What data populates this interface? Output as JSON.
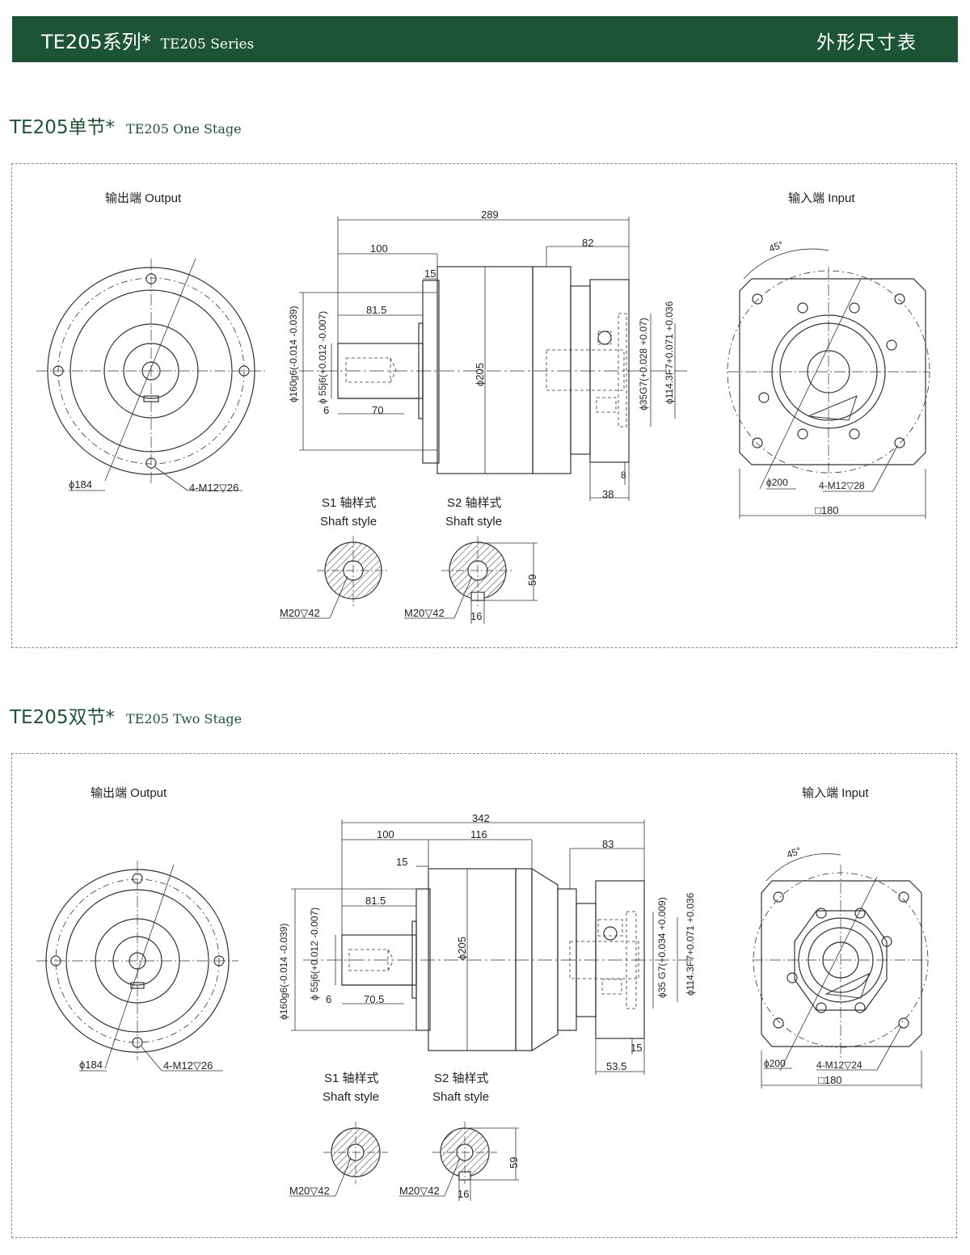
{
  "header": {
    "title_cn": "TE205系列*",
    "title_en": "TE205 Series",
    "right_title": "外形尺寸表"
  },
  "colors": {
    "banner": "#1b5535",
    "line": "#333333"
  },
  "one_stage": {
    "heading_cn": "TE205单节*",
    "heading_en": "TE205 One Stage",
    "output_label": "输出端  Output",
    "input_label": "输入端  Input",
    "dims": {
      "overall": "289",
      "d100": "100",
      "d82": "82",
      "d15": "15",
      "d81_5": "81.5",
      "d70": "70",
      "d6": "6",
      "d38": "38",
      "d8": "8",
      "phi160": "ϕ160g6(-0.014 -0.039)",
      "phi55": "ϕ 55j6(+0.012 -0.007)",
      "phi205": "ϕ205",
      "phi35": "ϕ35G7(+0.028 +0.07)",
      "phi114": "ϕ114.3F7+0.071 +0.036",
      "phi184": "ϕ184",
      "m12_out": "4-M12▽26",
      "angle": "45°",
      "phi200": "ϕ200",
      "m12_in": "4-M12▽28",
      "sq180": "□180"
    },
    "shaft": {
      "s1_title": "S1 轴样式",
      "s1_sub": "Shaft style",
      "s2_title": "S2 轴样式",
      "s2_sub": "Shaft style",
      "s1_thread": "M20▽42",
      "s2_thread": "M20▽42",
      "key": "16",
      "height": "59"
    }
  },
  "two_stage": {
    "heading_cn": "TE205双节*",
    "heading_en": "TE205 Two Stage",
    "output_label": "输出端  Output",
    "input_label": "输入端  Input",
    "dims": {
      "overall": "342",
      "d100": "100",
      "d116": "116",
      "d83": "83",
      "d15": "15",
      "d81_5": "81.5",
      "d70_5": "70.5",
      "d6": "6",
      "d15b": "15",
      "d53_5": "53.5",
      "phi160": "ϕ160g6(-0.014 -0.039)",
      "phi55": "ϕ 55j6(+0.012 -0.007)",
      "phi205": "ϕ205",
      "phi35": "ϕ35 G7(+0.034 +0.009)",
      "phi114": "ϕ114.3F7+0.071 +0.036",
      "phi184": "ϕ184",
      "m12_out": "4-M12▽26",
      "angle": "45°",
      "phi200": "ϕ200",
      "m12_in": "4-M12▽24",
      "sq180": "□180"
    },
    "shaft": {
      "s1_title": "S1 轴样式",
      "s1_sub": "Shaft style",
      "s2_title": "S2 轴样式",
      "s2_sub": "Shaft style",
      "s1_thread": "M20▽42",
      "s2_thread": "M20▽42",
      "key": "16",
      "height": "59"
    }
  }
}
